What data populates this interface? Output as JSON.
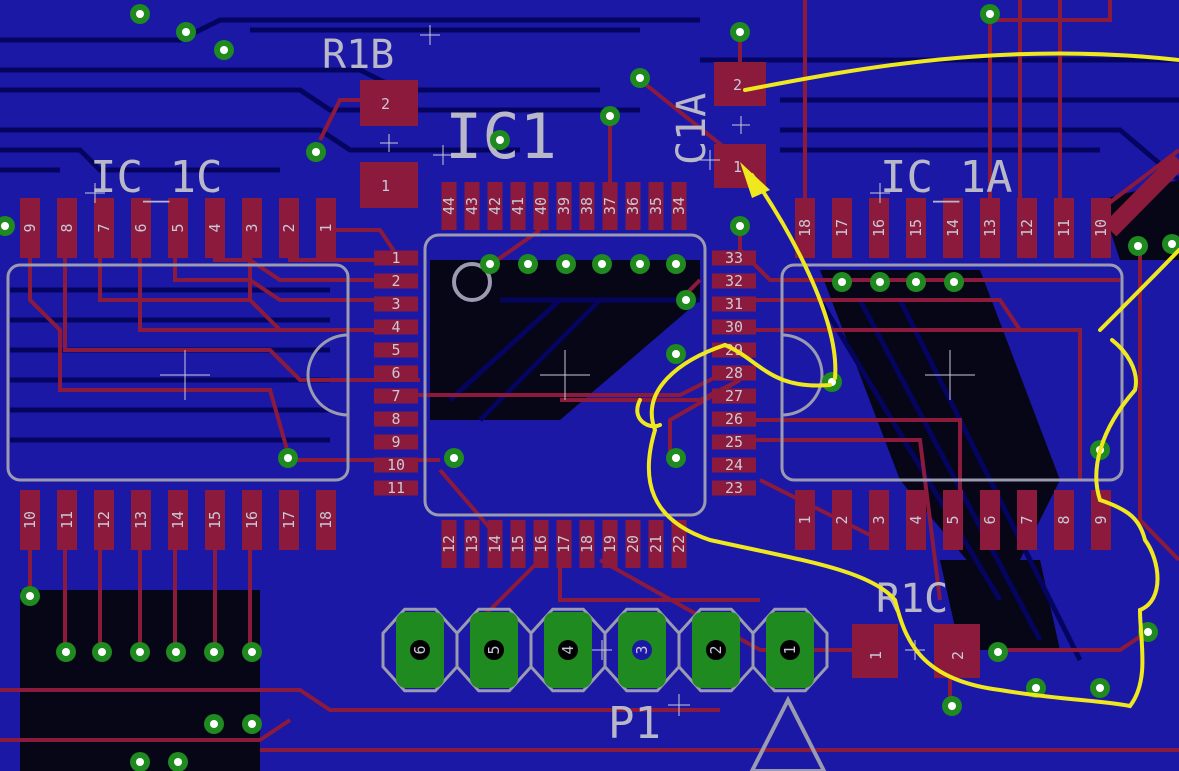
{
  "components": {
    "ic_1c": {
      "label": "IC_1C",
      "top_pins": [
        "9",
        "8",
        "7",
        "6",
        "5",
        "4",
        "3",
        "2",
        "1"
      ],
      "bottom_pins": [
        "10",
        "11",
        "12",
        "13",
        "14",
        "15",
        "16",
        "17",
        "18"
      ]
    },
    "ic_1a": {
      "label": "IC_1A",
      "top_pins": [
        "18",
        "17",
        "16",
        "15",
        "14",
        "13",
        "12",
        "11",
        "10"
      ],
      "bottom_pins": [
        "1",
        "2",
        "3",
        "4",
        "5",
        "6",
        "7",
        "8",
        "9"
      ]
    },
    "ic1": {
      "label": "IC1",
      "top_pins": [
        "44",
        "43",
        "42",
        "41",
        "40",
        "39",
        "38",
        "37",
        "36",
        "35",
        "34"
      ],
      "left_pins": [
        "1",
        "2",
        "3",
        "4",
        "5",
        "6",
        "7",
        "8",
        "9",
        "10",
        "11"
      ],
      "right_pins": [
        "33",
        "32",
        "31",
        "30",
        "29",
        "28",
        "27",
        "26",
        "25",
        "24",
        "23"
      ],
      "bottom_pins": [
        "12",
        "13",
        "14",
        "15",
        "16",
        "17",
        "18",
        "19",
        "20",
        "21",
        "22"
      ]
    },
    "r1b": {
      "label": "R1B",
      "pins": [
        "2",
        "1"
      ]
    },
    "c1a": {
      "label": "C1A",
      "pins": [
        "2",
        "1"
      ]
    },
    "r1c": {
      "label": "R1C",
      "pins": [
        "1",
        "2"
      ]
    },
    "p1": {
      "label": "P1",
      "pins": [
        "6",
        "5",
        "4",
        "3",
        "2",
        "1"
      ]
    }
  },
  "colors": {
    "board": "#1b18a6",
    "trace_top": "#8c1a3c",
    "trace_bottom": "#0a0a7a",
    "pad": "#8c1a3c",
    "pad_header": "#1f8a1f",
    "via": "#1f8a1f",
    "silkscreen": "#b8b8c8",
    "annotation": "#f0e81e"
  }
}
